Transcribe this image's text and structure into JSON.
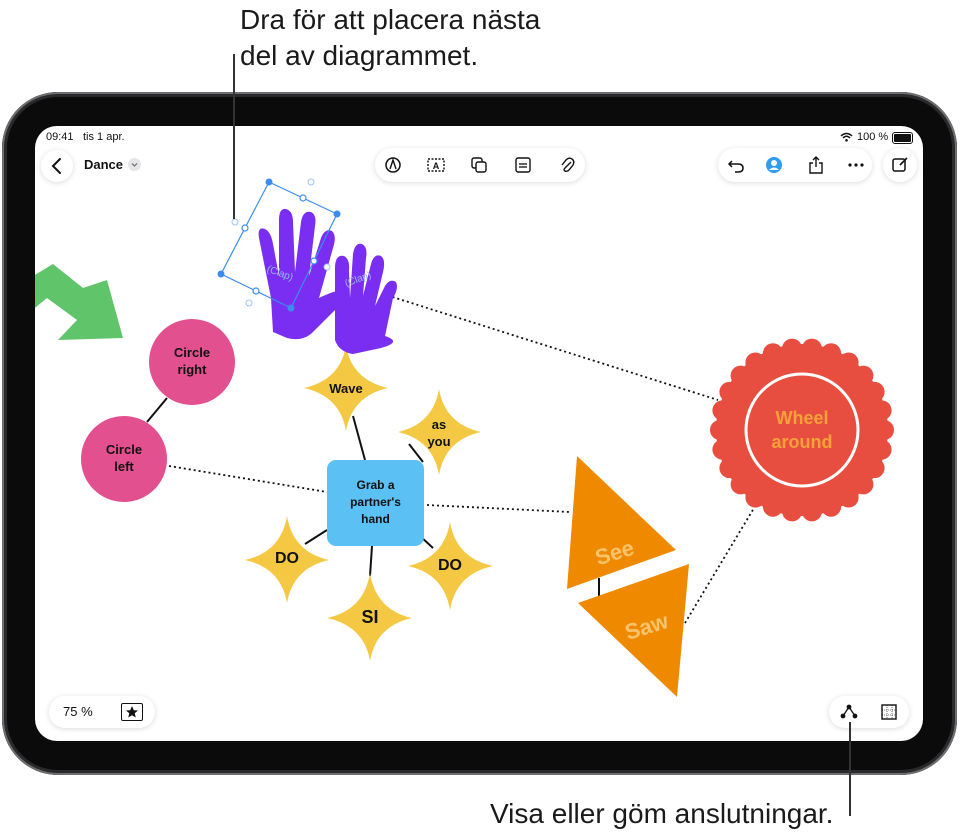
{
  "callouts": {
    "top_line1": "Dra för att placera nästa",
    "top_line2": "del av diagrammet.",
    "bottom": "Visa eller göm anslutningar."
  },
  "status_bar": {
    "time": "09:41",
    "date": "tis 1 apr.",
    "battery": "100 %"
  },
  "nav": {
    "board_title": "Dance"
  },
  "toolbar_center": {
    "items": [
      "pen-icon",
      "text-box-icon",
      "shapes-icon",
      "sticky-note-icon",
      "attachment-icon"
    ]
  },
  "toolbar_right": {
    "items": [
      "undo-icon",
      "collaborate-icon",
      "share-icon",
      "more-icon",
      "new-board-icon"
    ]
  },
  "bottom_bar": {
    "zoom": "75 %"
  },
  "canvas": {
    "clap_label_1": "(Clap)",
    "clap_label_2": "(Clap)",
    "circle_right": "Circle right",
    "circle_left": "Circle left",
    "wave": "Wave",
    "as_you": "as you",
    "grab": "Grab a partner's hand",
    "do_left": "DO",
    "do_right": "DO",
    "si": "SI",
    "see": "See",
    "saw": "Saw",
    "wheel": "Wheel around"
  },
  "colors": {
    "pink": "#E3508F",
    "star_yellow": "#F4C842",
    "blue_box": "#5BC0F3",
    "orange": "#EF8A00",
    "red": "#E84E3F",
    "green": "#5FC46A",
    "purple": "#7A2EF2",
    "selection": "#3C8CF0"
  }
}
